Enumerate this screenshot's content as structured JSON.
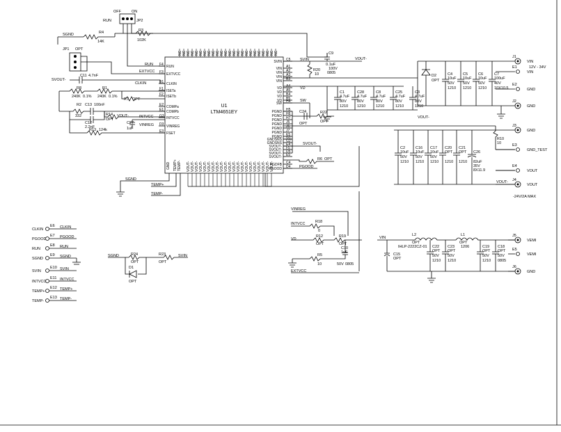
{
  "ic": {
    "ref": "U1",
    "part": "LTM4651EY",
    "left_pins": [
      {
        "num": "F4",
        "name": "RUN"
      },
      {
        "num": "F3",
        "name": "EXTVCC"
      },
      {
        "num": "B1",
        "name": "CLKIN"
      },
      {
        "num": "F1",
        "name": "ISETa"
      },
      {
        "num": "F2",
        "name": "ISETb"
      },
      {
        "num": "E2",
        "name": "COMPa"
      },
      {
        "num": "E1",
        "name": "COMPb"
      },
      {
        "num": "G3",
        "name": "INTVCC"
      },
      {
        "num": "D3",
        "name": "VINREG"
      },
      {
        "num": "E3",
        "name": "FSET"
      }
    ],
    "right_top_pins": [
      {
        "num": "C5",
        "name": "SVIN"
      },
      {
        "num": "A1",
        "name": "VIN"
      },
      {
        "num": "A2",
        "name": "VIN"
      },
      {
        "num": "A3",
        "name": "VIN"
      },
      {
        "num": "B3",
        "name": "VIN"
      },
      {
        "num": "A4",
        "name": "VD"
      },
      {
        "num": "A5",
        "name": "VD"
      },
      {
        "num": "B4",
        "name": "VD"
      },
      {
        "num": "B5",
        "name": "VD"
      },
      {
        "num": "H4",
        "name": "SW"
      }
    ],
    "right_bottom_pins": [
      {
        "num": "H5",
        "name": "PGND"
      },
      {
        "num": "H6",
        "name": "PGND"
      },
      {
        "num": "H7",
        "name": "PGND"
      },
      {
        "num": "J5",
        "name": "PGND"
      },
      {
        "num": "J6",
        "name": "PGND"
      },
      {
        "num": "J7",
        "name": "PGND"
      },
      {
        "num": "K5",
        "name": "PGND"
      },
      {
        "num": "G1",
        "name": "GNDSNS"
      },
      {
        "num": "G2",
        "name": "GNDSNS"
      },
      {
        "num": "E4",
        "name": "SVOUT-"
      },
      {
        "num": "F5",
        "name": "SVOUT-"
      },
      {
        "num": "D5",
        "name": "SVOUT-"
      },
      {
        "num": "E5",
        "name": "SVOUT-"
      },
      {
        "num": "C4",
        "name": "PGDFB"
      },
      {
        "num": "D4",
        "name": "PGOOD"
      }
    ],
    "top_pin_name": "NC",
    "bottom_pin_name": "VOUT-",
    "gnd_pin": "GND",
    "temp_pins": [
      "TEMP+",
      "TEMP-"
    ]
  },
  "components": {
    "run_header": {
      "off": "OFF",
      "on": "ON",
      "run": "RUN",
      "ref": "JP2"
    },
    "jp1": {
      "ref": "JP1",
      "value": "OPT"
    },
    "sgnd_top": "SGND",
    "r4": {
      "ref": "R4",
      "value": "14K"
    },
    "r3": {
      "ref": "R3",
      "value": "102K"
    },
    "svout_left": "SVOUT-",
    "c11": {
      "ref": "C11",
      "value": "4.7nF"
    },
    "r8": {
      "ref": "R8",
      "value": "240K",
      "tol": "0.1%"
    },
    "r1": {
      "ref": "R1",
      "value": "240K",
      "tol": "0.1%"
    },
    "r7": {
      "ref": "R7",
      "value": "OPT"
    },
    "r2": {
      "ref": "R2",
      "value": "332"
    },
    "c13": {
      "ref": "C13",
      "value": "100nF"
    },
    "c12": {
      "ref": "C12",
      "value": "2.2nF"
    },
    "r14": {
      "ref": "R14",
      "value": "OPT"
    },
    "c27": {
      "ref": "C27",
      "value": "1uF"
    },
    "r13": {
      "ref": "R13",
      "value": "124k"
    },
    "c9": {
      "ref": "C9",
      "value": "0.1uF",
      "v": "100V",
      "pkg": "0805"
    },
    "r20": {
      "ref": "R20",
      "value": "10"
    },
    "c24": {
      "ref": "C24",
      "value": "OPT"
    },
    "r22": {
      "ref": "R22",
      "value": "OPT"
    },
    "r6": {
      "ref": "R6",
      "value": "OPT"
    },
    "cin_caps": [
      {
        "ref": "C1",
        "value": "4.7uF",
        "v": "80V",
        "pkg": "1210"
      },
      {
        "ref": "C28",
        "value": "4.7uF",
        "v": "80V",
        "pkg": "1210"
      },
      {
        "ref": "C8",
        "value": "4.7uF",
        "v": "80V",
        "pkg": "1210"
      },
      {
        "ref": "C25",
        "value": "4.7uF",
        "v": "80V",
        "pkg": "1210"
      },
      {
        "ref": "C3",
        "value": "4.7uF",
        "v": "80V",
        "pkg": "1210"
      }
    ],
    "d2": {
      "ref": "D2",
      "value": "OPT"
    },
    "bulk_caps": [
      {
        "ref": "C4",
        "value": "10uF",
        "v": "50V",
        "pkg": "1210"
      },
      {
        "ref": "C5",
        "value": "10uF",
        "v": "50V",
        "pkg": "1210"
      },
      {
        "ref": "C6",
        "value": "10uF",
        "v": "50V",
        "pkg": "1210"
      },
      {
        "ref": "C7",
        "value": "100uF",
        "v": "40V",
        "pkg": "10X10.5"
      }
    ],
    "cout_caps": [
      {
        "ref": "C2",
        "value": "10uF",
        "v": "50V",
        "pkg": "1210"
      },
      {
        "ref": "C16",
        "value": "10uF",
        "v": "50V",
        "pkg": "1210"
      },
      {
        "ref": "C17",
        "value": "10uF",
        "v": "50V",
        "pkg": "1210"
      },
      {
        "ref": "C20",
        "value": "OPT",
        "v": "",
        "pkg": "1210"
      },
      {
        "ref": "C21",
        "value": "OPT",
        "v": "",
        "pkg": "1210"
      }
    ],
    "c26": {
      "ref": "C26",
      "value": "82uF",
      "v": "35V",
      "pkg": "8X11.9"
    },
    "r10": {
      "ref": "R10",
      "value": "10"
    },
    "r18": {
      "ref": "R18",
      "value": "0"
    },
    "r12": {
      "ref": "R12",
      "value": "OPT"
    },
    "r19": {
      "ref": "R19",
      "value": "OPT"
    },
    "r5": {
      "ref": "R5",
      "value": "10"
    },
    "c10": {
      "ref": "C10",
      "value": "1uF",
      "v": "50V",
      "pkg": "0805"
    },
    "r24": {
      "ref": "R24",
      "value": "OPT"
    },
    "r23": {
      "ref": "R23",
      "value": "OPT"
    },
    "d1": {
      "ref": "D1",
      "value": "OPT"
    },
    "l2": {
      "ref": "L2",
      "value": "OPT",
      "part": "IHLP-2222CZ-01"
    },
    "l1": {
      "ref": "L1",
      "value": "OPT",
      "pkg": "1206"
    },
    "c15": {
      "ref": "C15",
      "value": "OPT"
    },
    "filter_caps": [
      {
        "ref": "C22",
        "value": "OPT",
        "v": "50V",
        "pkg": "1210"
      },
      {
        "ref": "C23",
        "value": "OPT",
        "v": "50V",
        "pkg": "1210"
      },
      {
        "ref": "C19",
        "value": "OPT",
        "v": "50V",
        "pkg": "1210"
      },
      {
        "ref": "C18",
        "value": "OPT",
        "v": "50V",
        "pkg": "0805"
      }
    ]
  },
  "nets": {
    "svin": "SVIN",
    "vd": "VD",
    "sw": "SW",
    "vout_minus": "VOUT-",
    "pgood": "PGOOD",
    "sgnd": "SGND",
    "temp_p": "TEMP+",
    "temp_m": "TEMP-",
    "vinreg": "VINREG",
    "intvcc": "INTVCC",
    "extvcc": "EXTVCC",
    "run": "RUN",
    "clkin": "CLKIN",
    "vin": "VIN",
    "svout": "SVOUT-"
  },
  "connectors": [
    {
      "ref": "J1",
      "net": "VIN",
      "note": "12V - 34V"
    },
    {
      "ref": "E1",
      "net": "VIN",
      "note": ""
    },
    {
      "ref": "E2",
      "net": "GND",
      "note": ""
    },
    {
      "ref": "J2",
      "net": "GND",
      "note": ""
    },
    {
      "ref": "J3",
      "net": "GND",
      "note": ""
    },
    {
      "ref": "E3",
      "net": "GND_TEST",
      "note": ""
    },
    {
      "ref": "E4",
      "net": "VOUT",
      "note": ""
    },
    {
      "ref": "J4",
      "net": "VOUT",
      "note": "-24V/2A MAX"
    }
  ],
  "filter_outputs": [
    {
      "ref": "J5",
      "net": "VEMI"
    },
    {
      "ref": "E5",
      "net": "VEMI"
    },
    {
      "ref": "J6",
      "net": "GND"
    }
  ],
  "test_points": [
    {
      "ref": "E6",
      "net": "CLKIN",
      "wire": "CLKIN"
    },
    {
      "ref": "E7",
      "net": "PGOOD",
      "wire": "PGOOD"
    },
    {
      "ref": "E8",
      "net": "RUN",
      "wire": "RUN"
    },
    {
      "ref": "E9",
      "net": "SGND",
      "wire": "SGND"
    },
    {
      "ref": "E10",
      "net": "SVIN",
      "wire": "SVIN"
    },
    {
      "ref": "E11",
      "net": "INTVCC",
      "wire": "INTVCC"
    },
    {
      "ref": "E12",
      "net": "TEMP+",
      "wire": "TEMP+"
    },
    {
      "ref": "E13",
      "net": "TEMP-",
      "wire": "TEMP-"
    }
  ]
}
